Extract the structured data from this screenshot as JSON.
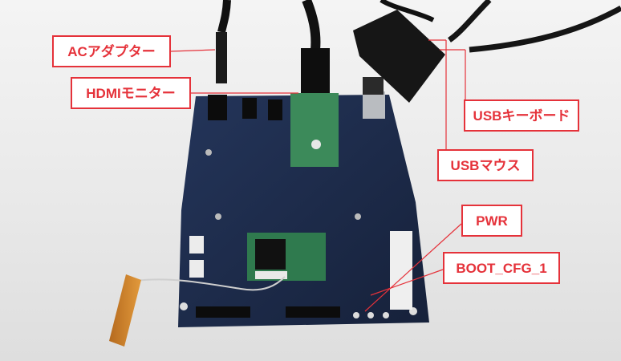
{
  "callouts": {
    "ac_adapter": "ACアダプター",
    "hdmi_monitor": "HDMIモニター",
    "usb_keyboard": "USBキーボード",
    "usb_mouse": "USBマウス",
    "pwr": "PWR",
    "boot_cfg": "BOOT_CFG_1"
  },
  "colors": {
    "callout_red": "#e5323a",
    "board_blue": "#1c2a44",
    "module_green": "#3c8a5a"
  }
}
